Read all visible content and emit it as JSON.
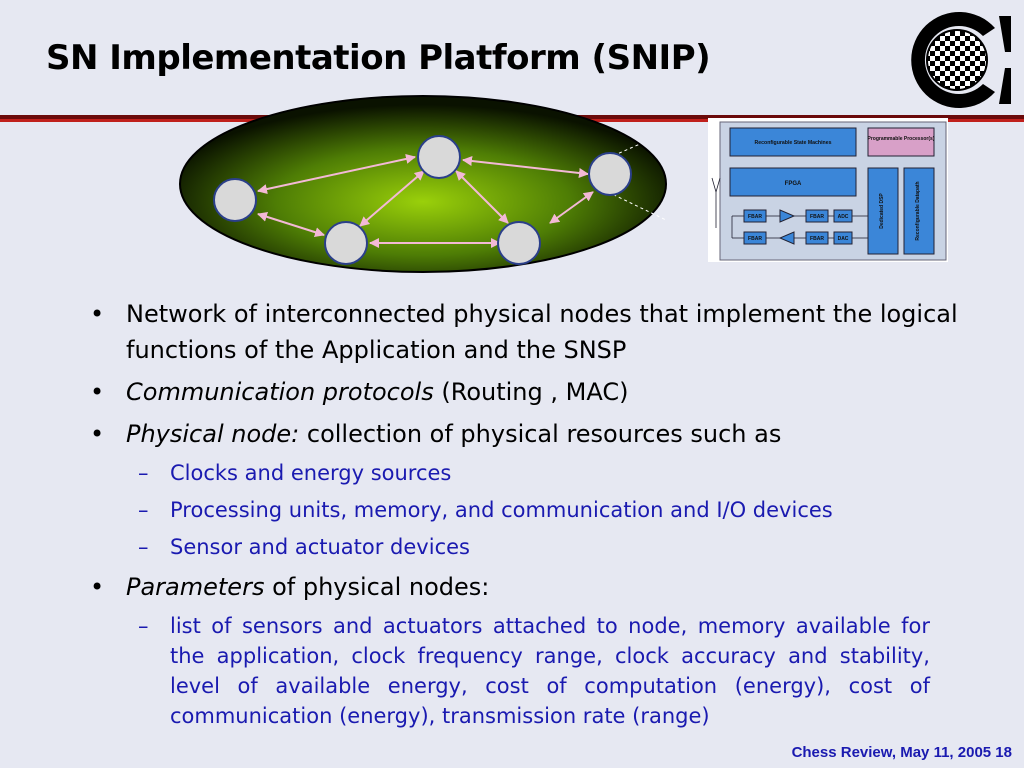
{
  "slide": {
    "title": "SN Implementation Platform (SNIP)",
    "footer": "Chess Review, May 11, 2005  18"
  },
  "bullets": {
    "b1": "Network of interconnected physical nodes that implement the logical functions of the Application and the SNSP",
    "b2_em": "Communication protocols",
    "b2_rest": " (Routing , MAC)",
    "b3_em": "Physical node:",
    "b3_rest": " collection of physical resources such as",
    "b3_sub": [
      "Clocks and energy sources",
      "Processing units, memory, and communication and I/O devices",
      "Sensor and actuator devices"
    ],
    "b4_em": "Parameters",
    "b4_rest": " of physical nodes:",
    "b4_sub": "list of sensors and actuators attached to node, memory available for the application, clock frequency range, clock accuracy and stability, level of available energy, cost of computation (energy), cost of communication (energy), transmission rate (range)"
  },
  "block_diagram": {
    "state_machines": "Reconfigurable State Machines",
    "processor": "Programmable Processor(s)",
    "fpga": "FPGA",
    "dsp": "Dedicated DSP",
    "datapath": "Reconfigurable Datapath",
    "fbar": "FBAR",
    "adc": "ADC",
    "dac": "DAC"
  },
  "colors": {
    "title": "#000000",
    "sub_bullet": "#1a1ab0",
    "rule_dark": "#6b0a0a",
    "rule_red": "#c0201c",
    "block_fill": "#3b86d8",
    "processor_fill": "#d8a0c8"
  }
}
